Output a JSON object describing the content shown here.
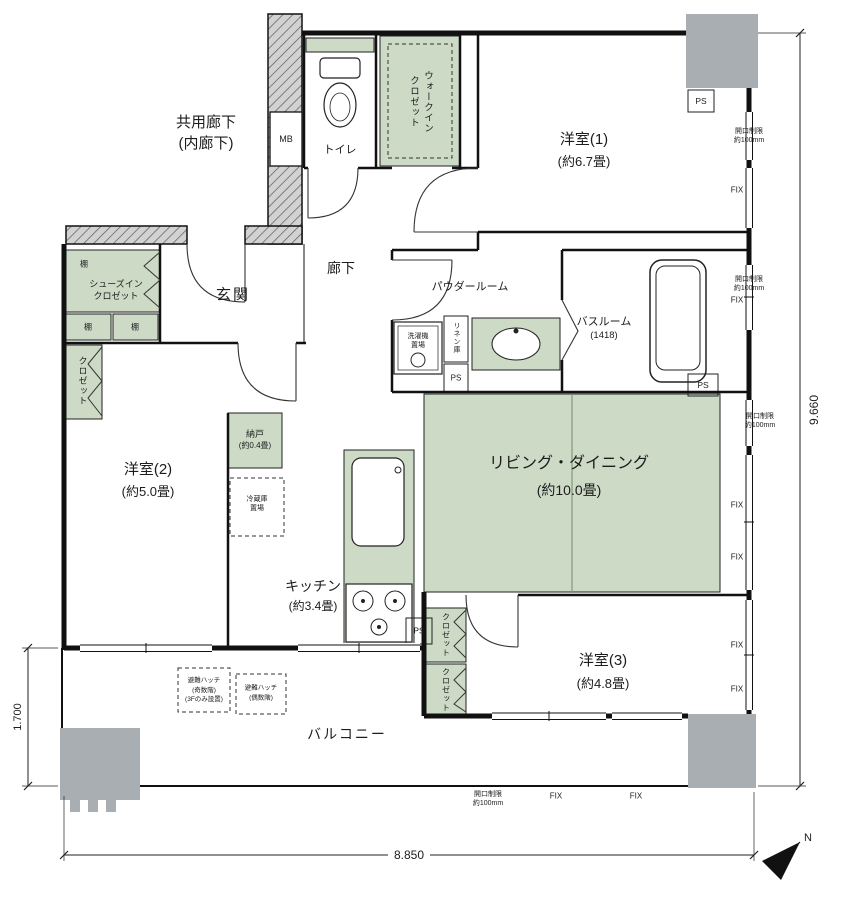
{
  "colors": {
    "room_green": "#ccdac6",
    "column_gray": "#a9aeb3",
    "hatch_gray": "#d2d2d2"
  },
  "labels": {
    "common_corridor_1": "共用廊下",
    "common_corridor_2": "(内廊下)",
    "mb": "MB",
    "toilet": "トイレ",
    "walkin_1": "ウォークイン",
    "walkin_2": "クロゼット",
    "yoshitsu1_name": "洋室(1)",
    "yoshitsu1_size": "(約6.7畳)",
    "ps": "PS",
    "fix": "FIX",
    "kaikou_1": "開口制限",
    "kaikou_2": "約100mm",
    "tana": "棚",
    "shoes_1": "シューズイン",
    "shoes_2": "クロゼット",
    "genkan": "玄関",
    "rouka": "廊下",
    "powder_room": "パウダールーム",
    "sentakki_1": "洗濯機",
    "sentakki_2": "置場",
    "linen": "リネン庫",
    "bathroom_name": "バスルーム",
    "bathroom_size": "(1418)",
    "closet": "クロゼット",
    "yoshitsu2_name": "洋室(2)",
    "yoshitsu2_size": "(約5.0畳)",
    "nando_name": "納戸",
    "nando_size": "(約0.4畳)",
    "reizouko_1": "冷蔵庫",
    "reizouko_2": "置場",
    "kitchen_name": "キッチン",
    "kitchen_size": "(約3.4畳)",
    "living_name": "リビング・ダイニング",
    "living_size": "(約10.0畳)",
    "yoshitsu3_name": "洋室(3)",
    "yoshitsu3_size": "(約4.8畳)",
    "balcony": "バルコニー",
    "hinan_1": "避難ハッチ",
    "hinan_odd": "(奇数階)",
    "hinan_note": "(3Fのみ設置)",
    "hinan_even": "(偶数階)",
    "dim_height": "9.660",
    "dim_balcony": "1.700",
    "dim_width": "8.850",
    "north": "N"
  }
}
